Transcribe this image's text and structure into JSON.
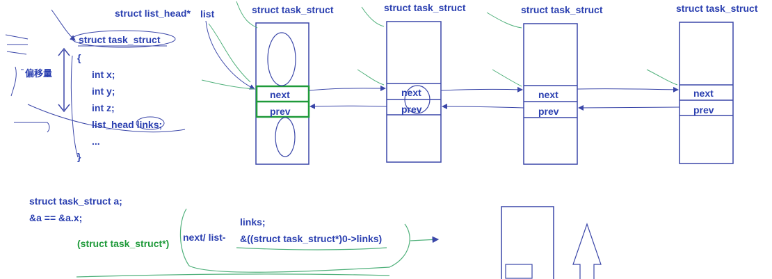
{
  "colors": {
    "ink": "#2a3fb0",
    "highlight_green": "#1f9a3a",
    "annotation_green": "#4fb07a",
    "box_line": "#3a46a8"
  },
  "header": {
    "list_head_type": "struct list_head*",
    "list_var": "list"
  },
  "struct_def": {
    "title": "struct  task_struct",
    "open_brace": "{",
    "fields": [
      "int x;",
      "int y;",
      "int z;",
      "list_head links;"
    ],
    "ellipsis": "...",
    "close_brace": "}",
    "offset_label": "偏移量"
  },
  "nodes": [
    {
      "title": "struct task_struct",
      "next": "next",
      "prev": "prev"
    },
    {
      "title": "struct task_struct",
      "next": "next",
      "prev": "prev"
    },
    {
      "title": "struct task_struct",
      "next": "next",
      "prev": "prev"
    },
    {
      "title": "struct task_struct",
      "next": "next",
      "prev": "prev"
    }
  ],
  "code": {
    "line1": "struct task_struct a;",
    "line2": "&a == &a.x;",
    "cast": "(struct task_struct*)",
    "next_list": "next/ list-",
    "links": "links;",
    "offset_expr": "&((struct task_struct*)0->links)"
  }
}
